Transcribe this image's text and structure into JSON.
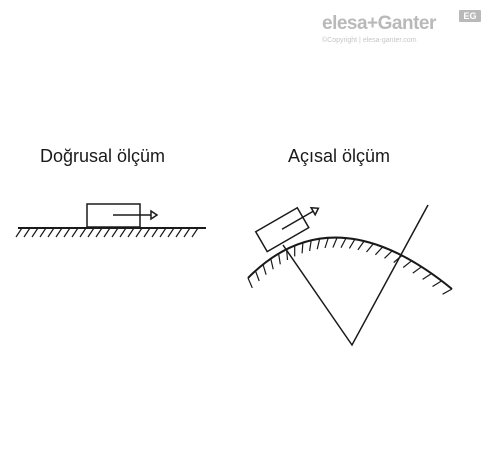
{
  "logo": {
    "brand": "elesa+Ganter",
    "badge": "EG",
    "copyright": "©Copyright | elesa-ganter.com"
  },
  "diagram": {
    "linear_label": "Doğrusal ölçüm",
    "angular_label": "Açısal ölçüm"
  }
}
